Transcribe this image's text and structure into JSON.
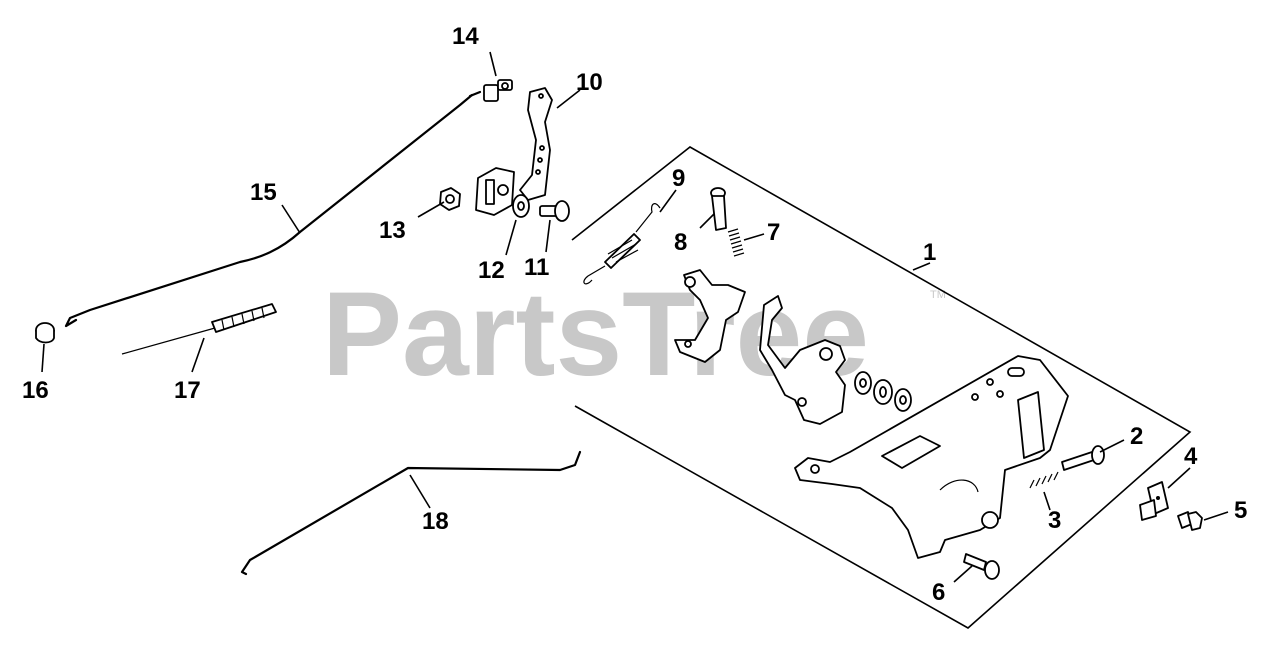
{
  "watermark": {
    "text": "PartsTree",
    "trademark": "TM"
  },
  "callouts": [
    "1",
    "2",
    "3",
    "4",
    "5",
    "6",
    "7",
    "8",
    "9",
    "10",
    "11",
    "12",
    "13",
    "14",
    "15",
    "16",
    "17",
    "18"
  ]
}
